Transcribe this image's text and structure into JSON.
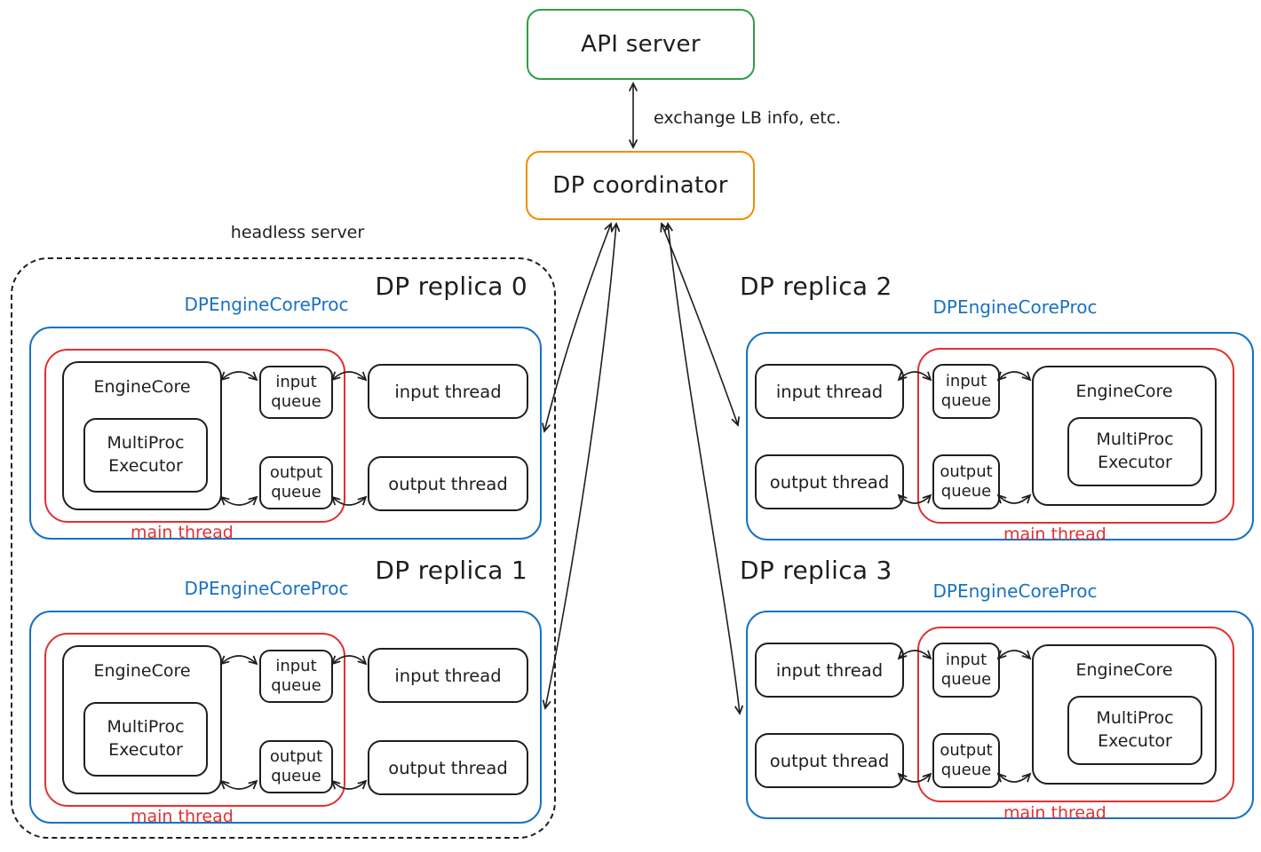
{
  "colors": {
    "green": "#2f9e44",
    "orange": "#f08c00",
    "blue": "#1971c2",
    "red": "#e03131",
    "ink": "#1e1e1e",
    "background": "#ffffff"
  },
  "api_server": {
    "label": "API server"
  },
  "coordinator": {
    "label": "DP coordinator"
  },
  "api_coordinator_link": {
    "label": "exchange LB info, etc."
  },
  "headless_server": {
    "label": "headless server"
  },
  "replicas": [
    {
      "title": "DP replica 0",
      "proc_label": "DPEngineCoreProc",
      "main_thread": "main thread",
      "engine_core": {
        "label": "EngineCore",
        "executor_label": "MultiProc Executor"
      },
      "input_queue": "input queue",
      "output_queue": "output queue",
      "input_thread": "input thread",
      "output_thread": "output thread"
    },
    {
      "title": "DP replica 1",
      "proc_label": "DPEngineCoreProc",
      "main_thread": "main thread",
      "engine_core": {
        "label": "EngineCore",
        "executor_label": "MultiProc Executor"
      },
      "input_queue": "input queue",
      "output_queue": "output queue",
      "input_thread": "input thread",
      "output_thread": "output thread"
    },
    {
      "title": "DP replica 2",
      "proc_label": "DPEngineCoreProc",
      "main_thread": "main thread",
      "engine_core": {
        "label": "EngineCore",
        "executor_label": "MultiProc Executor"
      },
      "input_queue": "input queue",
      "output_queue": "output queue",
      "input_thread": "input thread",
      "output_thread": "output thread"
    },
    {
      "title": "DP replica 3",
      "proc_label": "DPEngineCoreProc",
      "main_thread": "main thread",
      "engine_core": {
        "label": "EngineCore",
        "executor_label": "MultiProc Executor"
      },
      "input_queue": "input queue",
      "output_queue": "output queue",
      "input_thread": "input thread",
      "output_thread": "output thread"
    }
  ]
}
